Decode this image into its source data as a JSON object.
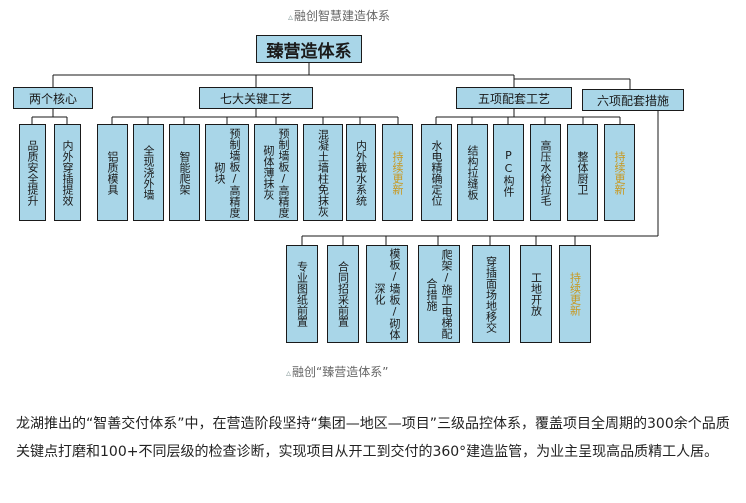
{
  "caption_top": "融创智慧建造体系",
  "caption_bottom": "融创“臻营造体系”",
  "root": "臻营造体系",
  "groups": [
    {
      "label": "两个核心",
      "children": [
        "品质安全提升",
        "内外穿插提效"
      ]
    },
    {
      "label": "七大关键工艺",
      "children": [
        "铝质模具",
        "全现浇外墙",
        "智能爬架",
        "预制墙板/高精度砌块",
        "预制墙板/高精度砌体薄抹灰",
        "混凝土墙柱免抹灰",
        "内外截水系统",
        "持续更新"
      ]
    },
    {
      "label": "五项配套工艺",
      "children": [
        "水电精确定位",
        "结构拉缝板",
        "PC构件",
        "高压水枪拉毛",
        "整体厨卫",
        "持续更新"
      ]
    },
    {
      "label": "六项配套措施",
      "children": [
        "专业图纸前置",
        "合同招采前置",
        "模板/墙板/砌体深化",
        "爬架/施工电梯配合措施",
        "穿插面场地移交",
        "工地开放",
        "持续更新"
      ]
    }
  ],
  "paragraph": "龙湖推出的“智善交付体系”中，在营造阶段坚持“集团—地区—项目”三级品控体系，覆盖项目全周期的300余个品质关键点打磨和100+不同层级的检查诊断，实现项目从开工到交付的360°建造监管，为业主呈现高品质精工人居。"
}
